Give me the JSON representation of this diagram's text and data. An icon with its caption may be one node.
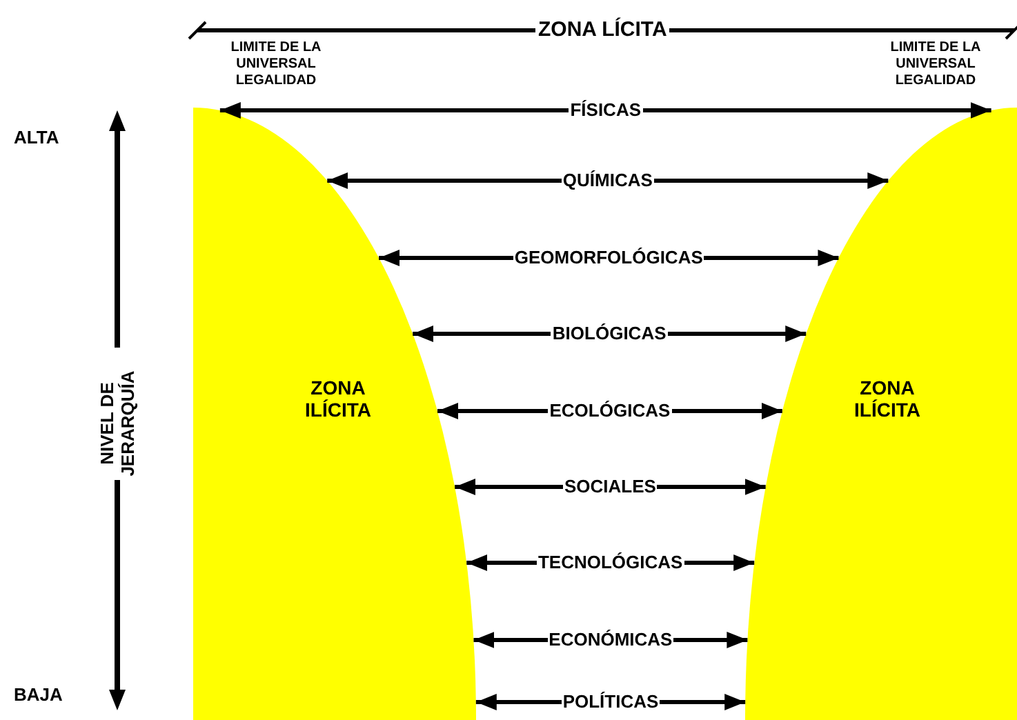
{
  "diagram": {
    "nodes": [
      {
        "text": [
          "ZONA ILÍCITA"
        ]
      },
      {
        "text": [
          "ZONA ILÍCITA"
        ]
      }
    ],
    "edges": [
      {
        "from": 0,
        "to": 1,
        "arrow": "both",
        "label": "FÍSICAS"
      },
      {
        "from": 0,
        "to": 1,
        "arrow": "both",
        "label": "QUÍMICAS"
      },
      {
        "from": 0,
        "to": 1,
        "arrow": "both",
        "label": "GEOMORFOLÓGICAS"
      },
      {
        "from": 0,
        "to": 1,
        "arrow": "both",
        "label": "BIOLÓGICAS"
      },
      {
        "from": 0,
        "to": 1,
        "arrow": "both",
        "label": "ECOLÓGICAS"
      },
      {
        "from": 0,
        "to": 1,
        "arrow": "both",
        "label": "SOCIALES"
      },
      {
        "from": 0,
        "to": 1,
        "arrow": "both",
        "label": "TECNOLÓGICAS"
      },
      {
        "from": 0,
        "to": 1,
        "arrow": "both",
        "label": "ECONÓMICAS"
      },
      {
        "from": 0,
        "to": 1,
        "arrow": "both",
        "label": "POLÍTICAS"
      }
    ],
    "labels": [
      "ZONA LÍCITA",
      "LIMITE DE LA UNIVERSAL LEGALIDAD",
      "LIMITE DE LA UNIVERSAL LEGALIDAD",
      "ALTA",
      "NIVEL DE JERARQUÍA",
      "BAJA"
    ]
  }
}
